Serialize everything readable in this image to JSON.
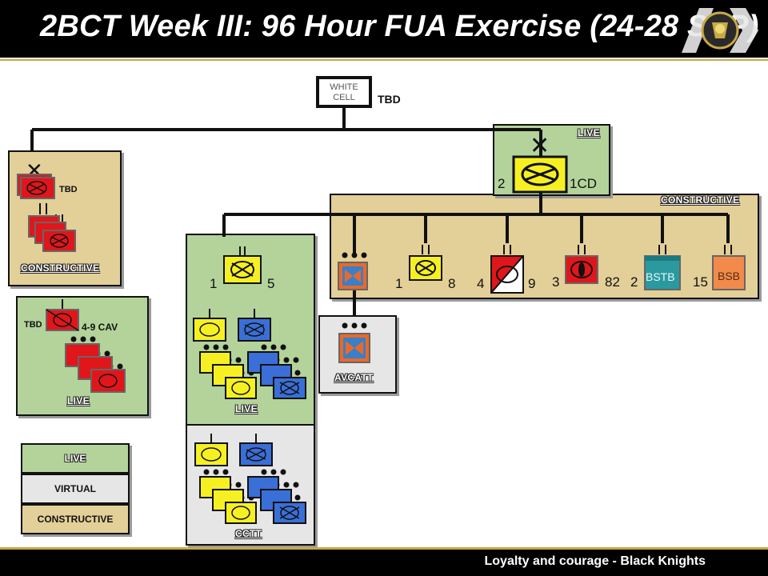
{
  "header": {
    "title": "2BCT Week III: 96 Hour FUA Exercise (24-28 SEP)"
  },
  "white_cell": {
    "line1": "WHITE",
    "line2": "CELL",
    "status": "TBD"
  },
  "division": {
    "label": "LIVE",
    "left_number": "2",
    "right_number": "1CD",
    "sublabel": "CONSTRUCTIVE"
  },
  "subordinates": [
    {
      "left": "1",
      "right": "8"
    },
    {
      "left": "4",
      "right": "9"
    },
    {
      "left": "3",
      "right": "82"
    },
    {
      "left": "2",
      "right": "15"
    }
  ],
  "unit_text": {
    "bstb": "BSTB",
    "bsb": "BSB"
  },
  "panels": {
    "constructive_left": {
      "label": "CONSTRUCTIVE",
      "tag": "TBD"
    },
    "cav": {
      "tag": "TBD",
      "unit": "4-9 CAV",
      "label": "LIVE"
    },
    "live_center": {
      "left_number": "1",
      "right_number": "5",
      "label": "LIVE"
    },
    "avcatt": {
      "label": "AVCATT"
    },
    "cctt": {
      "label": "CCTT"
    }
  },
  "legend": {
    "live": "LIVE",
    "virtual": "VIRTUAL",
    "constructive": "CONSTRUCTIVE"
  },
  "footer": {
    "motto": "Loyalty and courage - Black Knights"
  },
  "colors": {
    "live": "#b3d39a",
    "constructive": "#e3cf98",
    "virtual": "#e6e6e6",
    "infantry_red": "#e0161b",
    "armor_blue": "#3a6fd8",
    "yellow": "#f6f023",
    "teal": "#2a9aa0",
    "orange": "#f28a4a",
    "aviation_blue": "#3a7fc8"
  }
}
